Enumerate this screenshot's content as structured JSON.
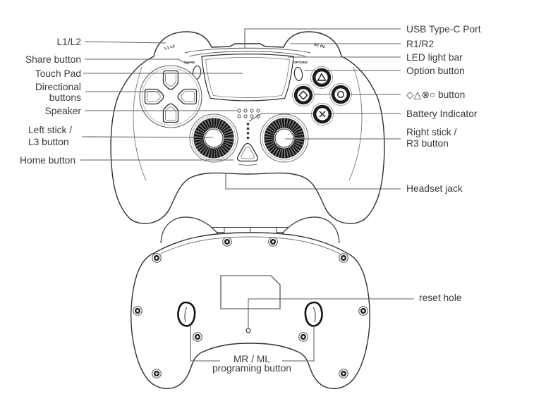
{
  "figure_title": "",
  "labels": {
    "l1l2": "L1/L2",
    "share": "Share button",
    "touch_pad": "Touch Pad",
    "directional_line1": "Directional",
    "directional_line2": "buttons",
    "speaker": "Speaker",
    "left_stick_line1": "Left stick /",
    "left_stick_line2": "L3 button",
    "home": "Home button",
    "usb": "USB Type-C Port",
    "r1r2": "R1/R2",
    "led": "LED light bar",
    "option": "Option button",
    "face_buttons": "◇△⊗○ button",
    "battery": "Battery Indicator",
    "right_stick_line1": "Right stick /",
    "right_stick_line2": "R3 button",
    "headset": "Headset jack",
    "reset": "reset hole",
    "mrml_line1": "MR / ML",
    "mrml_line2": "programing button"
  },
  "device_markings": {
    "share": "SHARE",
    "options": "OPTIONS",
    "l1l2": "L1 L2",
    "r1r2": "R1 R2"
  },
  "colors": {
    "outline": "#2f2f2f",
    "secondary_line": "#777777",
    "leader": "#5f5f5f",
    "text": "#3a3a3a",
    "dark_fill": "#1b1b1b",
    "background": "#ffffff"
  }
}
